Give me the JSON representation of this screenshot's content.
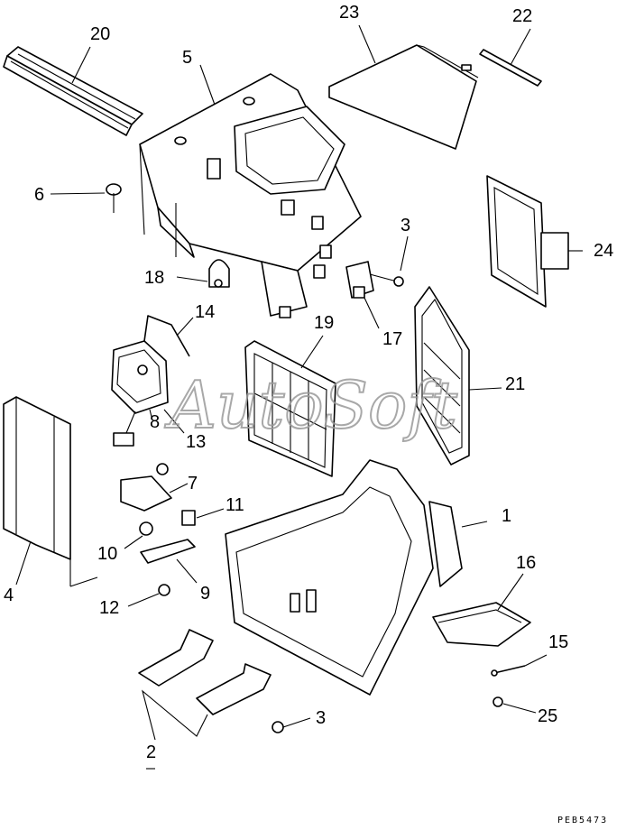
{
  "watermark": "AutoSoft",
  "drawing_code": "PEB5473",
  "callouts": {
    "p1": "1",
    "p2": "2",
    "p3a": "3",
    "p3b": "3",
    "p4": "4",
    "p5": "5",
    "p6": "6",
    "p7": "7",
    "p8": "8",
    "p9": "9",
    "p10": "10",
    "p11": "11",
    "p12": "12",
    "p13": "13",
    "p14": "14",
    "p15": "15",
    "p16": "16",
    "p17": "17",
    "p18": "18",
    "p19": "19",
    "p20": "20",
    "p21": "21",
    "p22": "22",
    "p23": "23",
    "p24": "24",
    "p25": "25"
  }
}
